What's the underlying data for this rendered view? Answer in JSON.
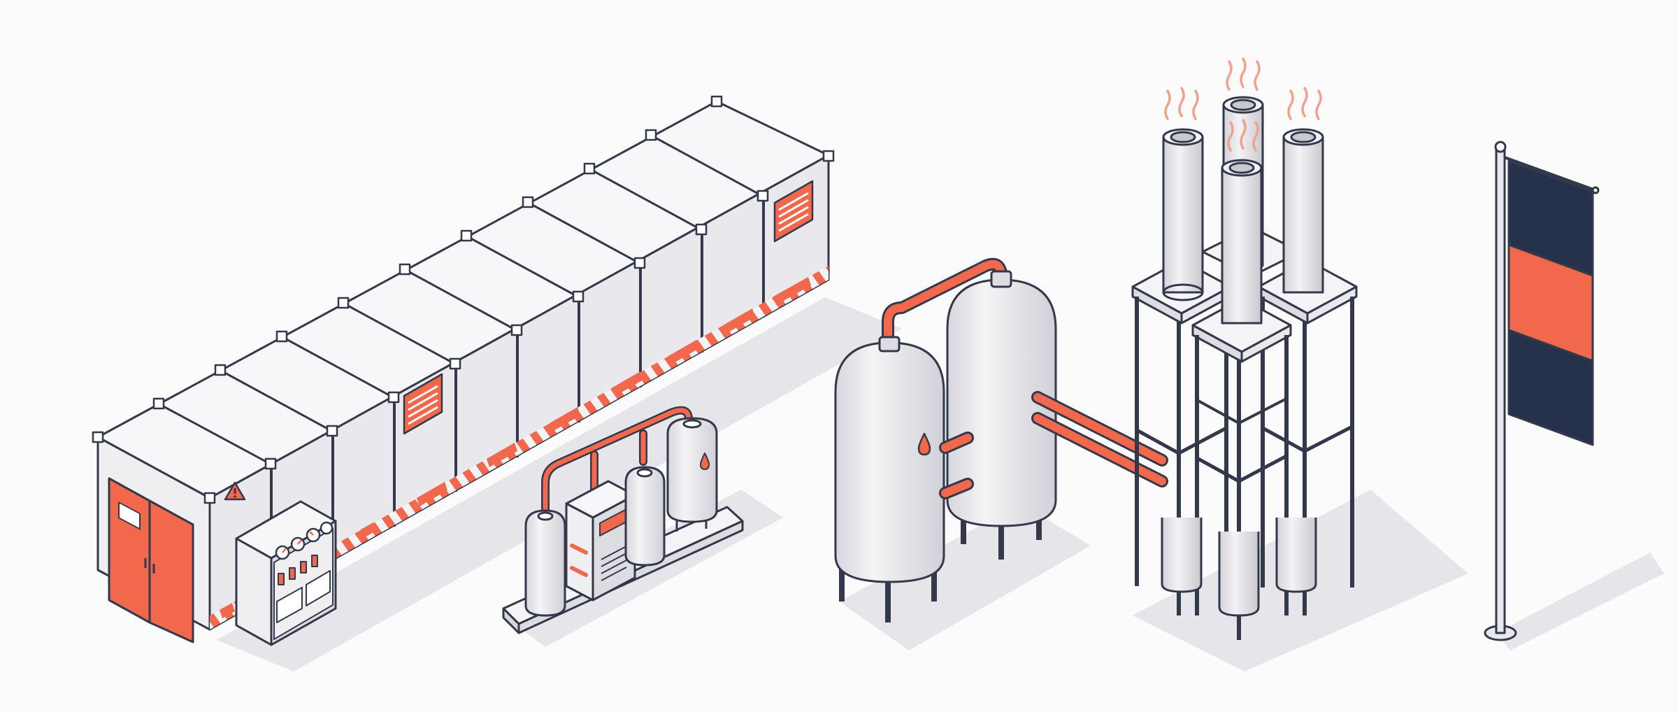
{
  "scene": {
    "description_items": [
      "container-row",
      "control-panel",
      "small-tank-skid",
      "large-tanks",
      "chimney-stacks",
      "flag"
    ]
  },
  "colors": {
    "background": "#fbfbfb",
    "outline": "#33394a",
    "metal_light": "#f1f1f3",
    "metal_mid": "#dedee3",
    "metal_dark": "#c9c9cf",
    "accent": "#f2684d",
    "accent_dark": "#d9543c",
    "navy": "#26314b",
    "shadow": "#e2e2e6",
    "steam": "#f2a08f"
  },
  "icons": {
    "warning": "warning-icon",
    "water_drop": "water-drop-icon"
  }
}
